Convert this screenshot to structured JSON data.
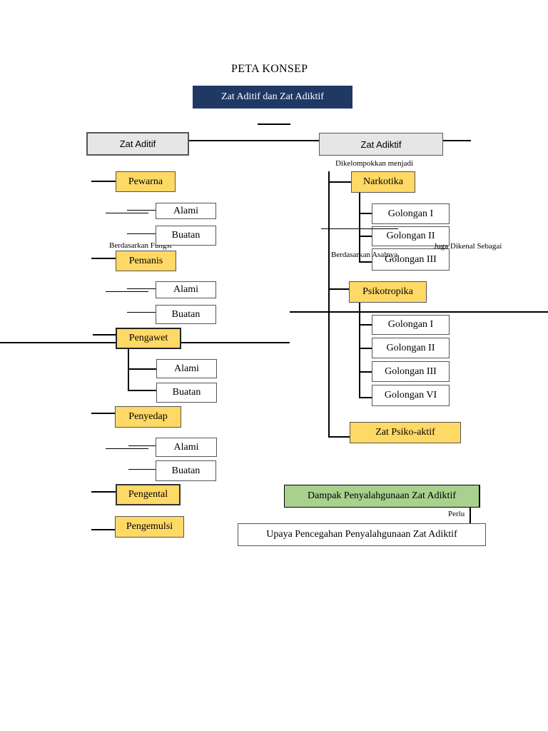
{
  "title": "PETA KONSEP",
  "root": "Zat Aditif dan Zat Adiktif",
  "aditif": {
    "label": "Zat Aditif",
    "relation": "Berdasarkan Fungsi",
    "groups": [
      {
        "label": "Pewarna",
        "items": [
          "Alami",
          "Buatan"
        ]
      },
      {
        "label": "Pemanis",
        "items": [
          "Alami",
          "Buatan"
        ]
      },
      {
        "label": "Pengawet",
        "items": [
          "Alami",
          "Buatan"
        ]
      },
      {
        "label": "Penyedap",
        "items": [
          "Alami",
          "Buatan"
        ]
      },
      {
        "label": "Pengental",
        "items": []
      },
      {
        "label": "Pengemulsi",
        "items": []
      }
    ]
  },
  "adiktif": {
    "label": "Zat Adiktif",
    "relation_top": "Dikelompokkan menjadi",
    "relation_asal": "Berdasarkan Asalnya",
    "relation_dikenal": "Juga Dikenal Sebagai",
    "narkotika": {
      "label": "Narkotika",
      "items": [
        "Golongan I",
        "Golongan II",
        "Golongan III"
      ]
    },
    "psikotropika": {
      "label": "Psikotropika",
      "items": [
        "Golongan I",
        "Golongan II",
        "Golongan III",
        "Golongan VI"
      ]
    },
    "psikoaktif": "Zat Psiko-aktif"
  },
  "dampak": "Dampak Penyalahgunaan Zat Adiktif",
  "relation_perlu": "Perlu",
  "upaya": "Upaya Pencegahan Penyalahgunaan Zat Adiktif",
  "colors": {
    "root": "#1f3864",
    "category": "#e7e6e6",
    "group": "#ffd966",
    "dampak": "#a9d18e"
  }
}
